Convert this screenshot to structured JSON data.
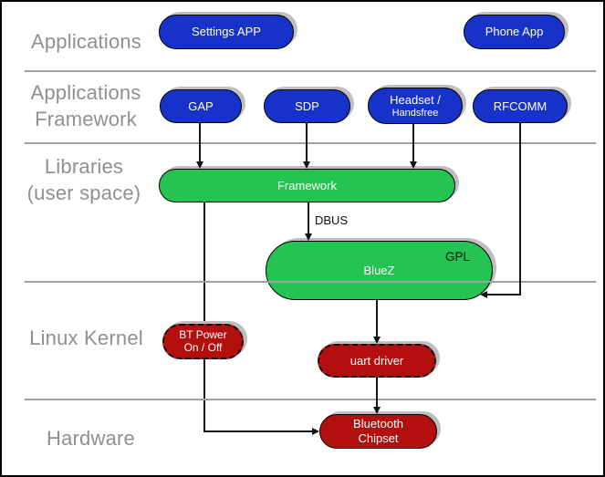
{
  "diagram": {
    "layers": [
      {
        "label": "Applications"
      },
      {
        "label": "Applications\nFramework"
      },
      {
        "label": "Libraries\n(user space)"
      },
      {
        "label": "Linux Kernel"
      },
      {
        "label": "Hardware"
      }
    ],
    "nodes": {
      "settings_app": {
        "label": "Settings APP"
      },
      "phone_app": {
        "label": "Phone App"
      },
      "gap": {
        "label": "GAP"
      },
      "sdp": {
        "label": "SDP"
      },
      "headset": {
        "line1": "Headset /",
        "line2": "Handsfree"
      },
      "rfcomm": {
        "label": "RFCOMM"
      },
      "framework": {
        "label": "Framework"
      },
      "bluez": {
        "label": "BlueZ",
        "badge": "GPL"
      },
      "bt_power": {
        "label": "BT Power\nOn / Off"
      },
      "uart_driver": {
        "label": "uart driver"
      },
      "bt_chipset": {
        "label": "Bluetooth\nChipset"
      }
    },
    "edge_labels": {
      "dbus": "DBUS"
    },
    "colors": {
      "app_blue": "#1732c8",
      "lib_green": "#25c351",
      "kernel_red": "#b30f0f",
      "label_gray": "#909090",
      "divider_gray": "#a0a0a0"
    }
  }
}
